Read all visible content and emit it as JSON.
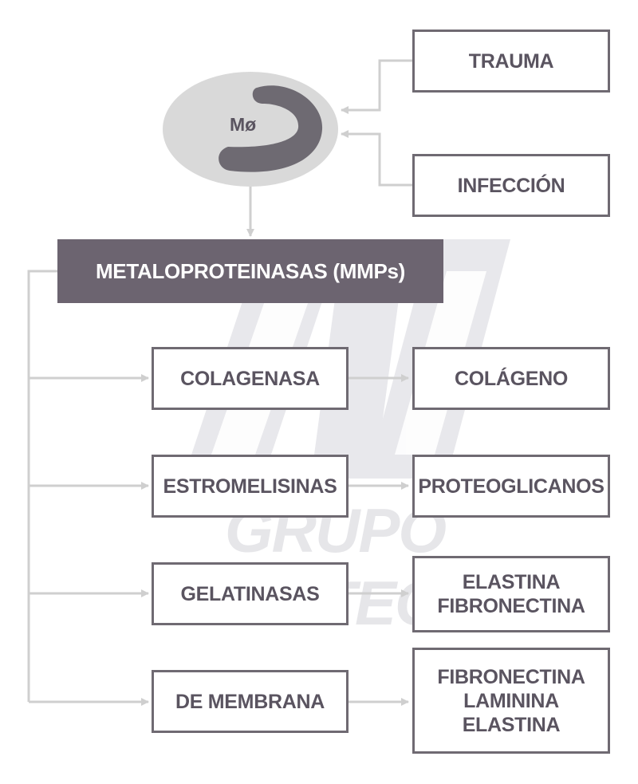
{
  "cell": {
    "label": "Mø"
  },
  "triggers": [
    {
      "id": "trauma",
      "label": "TRAUMA"
    },
    {
      "id": "infeccion",
      "label": "INFECCIÓN"
    }
  ],
  "header": {
    "label": "METALOPROTEINASAS (MMPs)"
  },
  "enzymes": [
    {
      "label": "COLAGENASA",
      "substrate": "COLÁGENO"
    },
    {
      "label": "ESTROMELISINAS",
      "substrate": "PROTEOGLICANOS"
    },
    {
      "label": "GELATINASAS",
      "substrate": "ELASTINA\nFIBRONECTINA"
    },
    {
      "label": "DE MEMBRANA",
      "substrate": "FIBRONECTINA\nLAMININA\nELASTINA"
    }
  ],
  "watermark": {
    "text": "GRUPO NUTEC"
  },
  "colors": {
    "box_border": "#6f6a72",
    "header_fill": "#6c6470",
    "cell_fill": "#d9d9d9",
    "cell_nucleus": "#6e6a72",
    "connector": "#cfcfcf"
  }
}
